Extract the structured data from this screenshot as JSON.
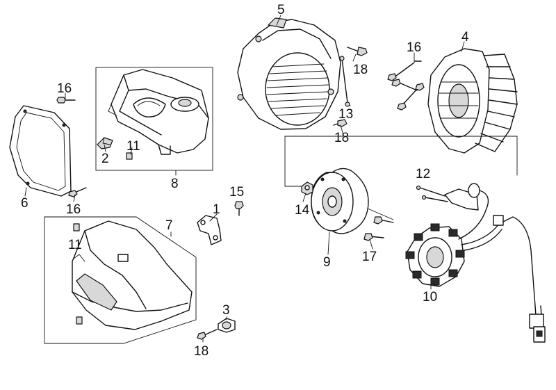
{
  "diagram": {
    "callouts": [
      {
        "id": "c-5",
        "text": "5"
      },
      {
        "id": "c-4",
        "text": "4"
      },
      {
        "id": "c-16a",
        "text": "16"
      },
      {
        "id": "c-16b",
        "text": "16"
      },
      {
        "id": "c-16c",
        "text": "16"
      },
      {
        "id": "c-18a",
        "text": "18"
      },
      {
        "id": "c-18b",
        "text": "18"
      },
      {
        "id": "c-18c",
        "text": "18"
      },
      {
        "id": "c-13",
        "text": "13"
      },
      {
        "id": "c-2",
        "text": "2"
      },
      {
        "id": "c-11a",
        "text": "11"
      },
      {
        "id": "c-11b",
        "text": "11"
      },
      {
        "id": "c-8",
        "text": "8"
      },
      {
        "id": "c-6",
        "text": "6"
      },
      {
        "id": "c-15",
        "text": "15"
      },
      {
        "id": "c-1",
        "text": "1"
      },
      {
        "id": "c-7",
        "text": "7"
      },
      {
        "id": "c-12",
        "text": "12"
      },
      {
        "id": "c-14",
        "text": "14"
      },
      {
        "id": "c-9",
        "text": "9"
      },
      {
        "id": "c-17",
        "text": "17"
      },
      {
        "id": "c-10",
        "text": "10"
      },
      {
        "id": "c-3",
        "text": "3"
      }
    ]
  }
}
